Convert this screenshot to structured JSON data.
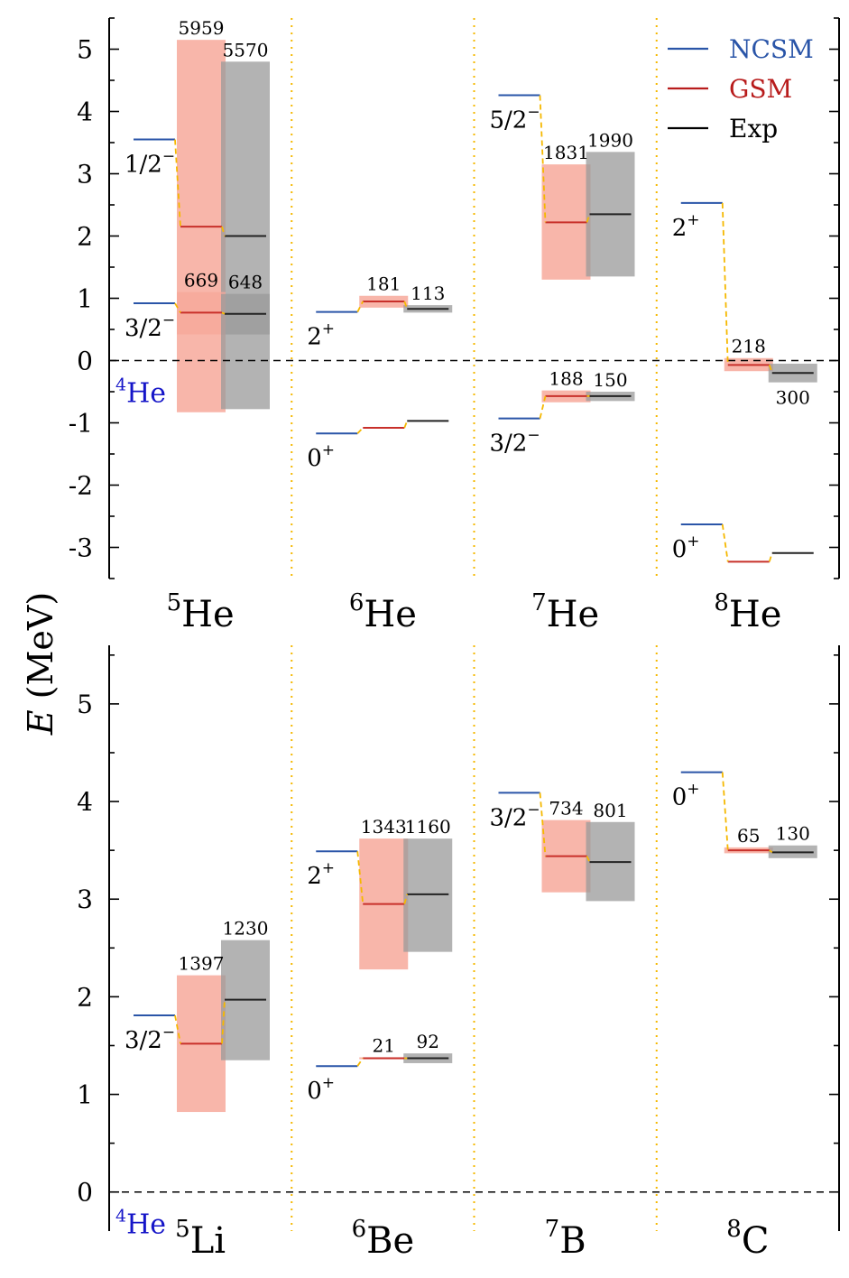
{
  "ylabel": "E (MeV)",
  "ylabel_italic": "E",
  "ylabel_unit": " (MeV)",
  "legend": [
    {
      "label": "NCSM",
      "color": "#2a55a8"
    },
    {
      "label": "GSM",
      "color": "#b81c1c"
    },
    {
      "label": "Exp",
      "color": "#000000"
    }
  ],
  "colors": {
    "ncsm": "#2a55a8",
    "gsm": "#c8302a",
    "exp": "#222222",
    "gsm_band": "#f7a99b",
    "exp_band": "#999999",
    "connector": "#f5b800",
    "separator": "#f5b800",
    "threshold": "#000000",
    "threshold_label": "#1515c8"
  },
  "chart_data": [
    {
      "type": "level_scheme",
      "ylim": [
        -3.5,
        5.5
      ],
      "yticks": [
        "-3",
        "-2",
        "-1",
        "0",
        "1",
        "2",
        "3",
        "4",
        "5"
      ],
      "threshold": {
        "value": 0,
        "label_sup": "4",
        "label": "He"
      },
      "nuclei": [
        {
          "sup": "5",
          "name": "He",
          "levels": [
            {
              "jp": "1/2",
              "parity": "−",
              "ncsm": 3.55,
              "gsm": 2.15,
              "exp": 2.0,
              "gsm_width": "5959",
              "exp_width": "5570",
              "gsm_band": [
                -0.83,
                5.15
              ],
              "exp_band": [
                -0.78,
                4.8
              ]
            },
            {
              "jp": "3/2",
              "parity": "−",
              "ncsm": 0.92,
              "gsm": 0.77,
              "exp": 0.75,
              "gsm_width": "669",
              "exp_width": "648",
              "gsm_band": [
                0.42,
                1.1
              ],
              "exp_band": [
                0.42,
                1.07
              ]
            }
          ]
        },
        {
          "sup": "6",
          "name": "He",
          "levels": [
            {
              "jp": "2",
              "parity": "+",
              "ncsm": 0.78,
              "gsm": 0.95,
              "exp": 0.83,
              "gsm_width": "181",
              "exp_width": "113",
              "gsm_band": [
                0.85,
                1.04
              ],
              "exp_band": [
                0.77,
                0.89
              ]
            },
            {
              "jp": "0",
              "parity": "+",
              "ncsm": -1.17,
              "gsm": -1.08,
              "exp": -0.97
            }
          ]
        },
        {
          "sup": "7",
          "name": "He",
          "levels": [
            {
              "jp": "5/2",
              "parity": "−",
              "ncsm": 4.26,
              "gsm": 2.22,
              "exp": 2.35,
              "gsm_width": "1831",
              "exp_width": "1990",
              "gsm_band": [
                1.3,
                3.15
              ],
              "exp_band": [
                1.35,
                3.35
              ]
            },
            {
              "jp": "3/2",
              "parity": "−",
              "ncsm": -0.93,
              "gsm": -0.57,
              "exp": -0.57,
              "gsm_width": "188",
              "exp_width": "150",
              "gsm_band": [
                -0.67,
                -0.48
              ],
              "exp_band": [
                -0.65,
                -0.5
              ]
            }
          ]
        },
        {
          "sup": "8",
          "name": "He",
          "levels": [
            {
              "jp": "2",
              "parity": "+",
              "ncsm": 2.53,
              "gsm": -0.07,
              "exp": -0.2,
              "gsm_width": "218",
              "exp_width": "300",
              "gsm_band": [
                -0.17,
                0.04
              ],
              "exp_band": [
                -0.35,
                -0.05
              ],
              "exp_label_below": true
            },
            {
              "jp": "0",
              "parity": "+",
              "ncsm": -2.63,
              "gsm": -3.23,
              "exp": -3.09
            }
          ]
        }
      ]
    },
    {
      "type": "level_scheme",
      "ylim": [
        -0.4,
        5.6
      ],
      "yticks": [
        "0",
        "1",
        "2",
        "3",
        "4",
        "5"
      ],
      "threshold": {
        "value": 0,
        "label_sup": "4",
        "label": "He"
      },
      "nuclei": [
        {
          "sup": "5",
          "name": "Li",
          "levels": [
            {
              "jp": "3/2",
              "parity": "−",
              "ncsm": 1.81,
              "gsm": 1.52,
              "exp": 1.97,
              "gsm_width": "1397",
              "exp_width": "1230",
              "gsm_band": [
                0.82,
                2.22
              ],
              "exp_band": [
                1.35,
                2.58
              ]
            }
          ]
        },
        {
          "sup": "6",
          "name": "Be",
          "levels": [
            {
              "jp": "2",
              "parity": "+",
              "ncsm": 3.49,
              "gsm": 2.95,
              "exp": 3.05,
              "gsm_width": "1343",
              "exp_width": "1160",
              "gsm_band": [
                2.28,
                3.62
              ],
              "exp_band": [
                2.46,
                3.62
              ]
            },
            {
              "jp": "0",
              "parity": "+",
              "ncsm": 1.29,
              "gsm": 1.37,
              "exp": 1.37,
              "gsm_width": "21",
              "exp_width": "92",
              "gsm_band": [
                1.36,
                1.38
              ],
              "exp_band": [
                1.32,
                1.42
              ]
            }
          ]
        },
        {
          "sup": "7",
          "name": "B",
          "levels": [
            {
              "jp": "3/2",
              "parity": "−",
              "ncsm": 4.09,
              "gsm": 3.44,
              "exp": 3.38,
              "gsm_width": "734",
              "exp_width": "801",
              "gsm_band": [
                3.07,
                3.81
              ],
              "exp_band": [
                2.98,
                3.79
              ]
            }
          ]
        },
        {
          "sup": "8",
          "name": "C",
          "levels": [
            {
              "jp": "0",
              "parity": "+",
              "ncsm": 4.3,
              "gsm": 3.5,
              "exp": 3.48,
              "gsm_width": "65",
              "exp_width": "130",
              "gsm_band": [
                3.47,
                3.53
              ],
              "exp_band": [
                3.42,
                3.55
              ]
            }
          ]
        }
      ]
    }
  ]
}
